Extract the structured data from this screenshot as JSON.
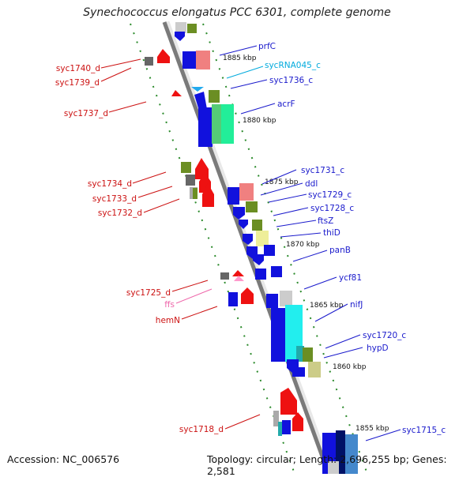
{
  "title": "Synechococcus elongatus PCC 6301, complete genome",
  "accession": "Accession: NC_006576",
  "topology": "Topology: circular; Length: 2,696,255 bp; Genes: 2,581",
  "colors": {
    "forward_label": "#1a1acc",
    "reverse_label": "#cc1111",
    "rna_label": "#00aadd",
    "pseudo_label": "#ee66aa",
    "backbone": "#888888",
    "tick_dot": "#228822"
  },
  "scale_labels": [
    "1885 kbp",
    "1880 kbp",
    "1875 kbp",
    "1870 kbp",
    "1865 kbp",
    "1860 kbp",
    "1855 kbp"
  ],
  "forward_genes": [
    "prfC",
    "sycRNA045_c",
    "syc1736_c",
    "acrF",
    "syc1731_c",
    "ddl",
    "syc1729_c",
    "syc1728_c",
    "ftsZ",
    "thiD",
    "panB",
    "ycf81",
    "nifJ",
    "syc1720_c",
    "hypD",
    "syc1715_c"
  ],
  "reverse_genes": [
    "syc1740_d",
    "syc1739_d",
    "syc1737_d",
    "syc1734_d",
    "syc1733_d",
    "syc1732_d",
    "syc1725_d",
    "ffs",
    "hemN",
    "syc1718_d"
  ]
}
